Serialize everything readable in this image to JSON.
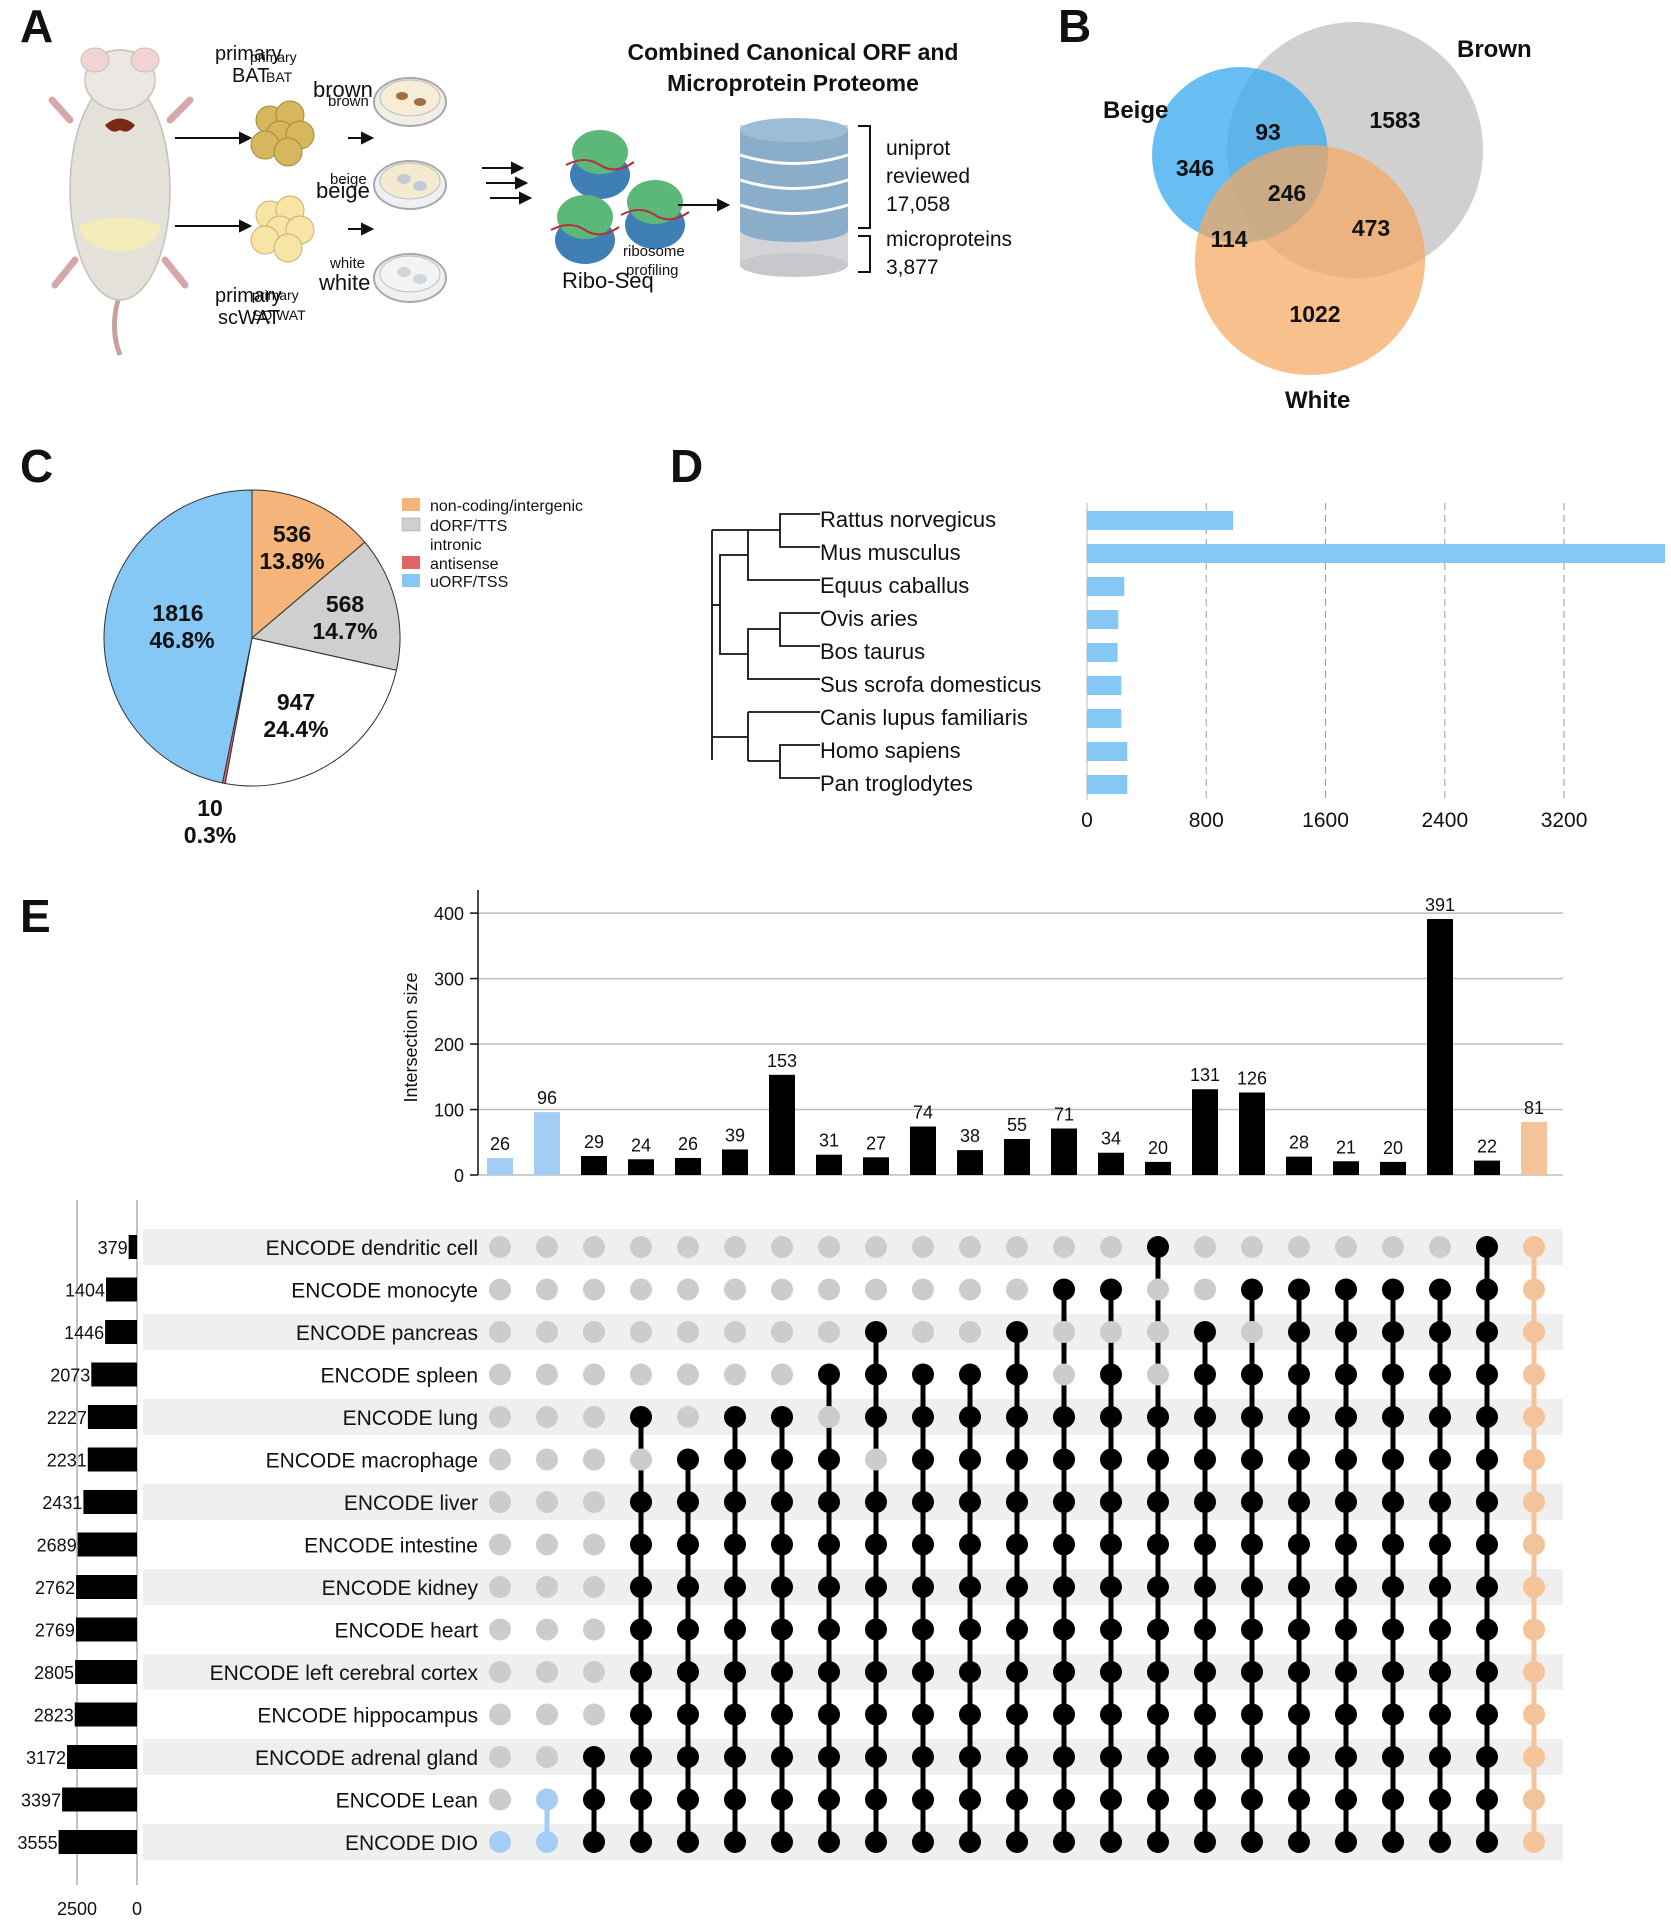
{
  "panels": {
    "a": "A",
    "b": "B",
    "c": "C",
    "d": "D",
    "e": "E"
  },
  "panel_a": {
    "title_line1": "Combined Canonical ORF and",
    "title_line2": "Microprotein Proteome",
    "primary_bat": [
      "primary",
      "BAT"
    ],
    "primary_bat_small": [
      "primary",
      "BAT"
    ],
    "primary_scwat": [
      "primary",
      "scWAT"
    ],
    "primary_scwat_small": [
      "primary",
      "SQ WAT"
    ],
    "brown": "brown",
    "brown_small": "brown",
    "beige": "beige",
    "beige_small": "beige",
    "white": "white",
    "white_small": "white",
    "ribo_seq": "Ribo-Seq",
    "ribosome_profiling": [
      "ribosome",
      "profiling"
    ],
    "uniprot": [
      "uniprot",
      "reviewed",
      "17,058"
    ],
    "microproteins": [
      "microproteins",
      "3,877"
    ]
  },
  "chart_data": [
    {
      "type": "venn",
      "sets": [
        "Beige",
        "Brown",
        "White"
      ],
      "colors": {
        "Beige": "#3daaf0",
        "Brown": "#c8c8c8",
        "White": "#f4a860"
      },
      "regions": {
        "beige_only": 346,
        "brown_only": 1583,
        "white_only": 1022,
        "beige_brown": 93,
        "beige_white": 114,
        "brown_white": 473,
        "all": 246
      }
    },
    {
      "type": "pie",
      "legend_position": "right",
      "slices": [
        {
          "name": "non-coding/intergenic",
          "count": 536,
          "percent": "13.8%",
          "value": 13.8,
          "color": "#f4b47a",
          "label_count": "536",
          "label_pct": "13.8%"
        },
        {
          "name": "dORF/TTS",
          "count": 568,
          "percent": "14.7%",
          "value": 14.7,
          "color": "#cfcfcf",
          "label_count": "568",
          "label_pct": "14.7%"
        },
        {
          "name": "intronic",
          "count": 947,
          "percent": "24.4%",
          "value": 24.4,
          "color": "#ffffff",
          "label_count": "947",
          "label_pct": "24.4%"
        },
        {
          "name": "antisense",
          "count": 10,
          "percent": "0.3%",
          "value": 0.3,
          "color": "#e06666",
          "label_count": "10",
          "label_pct": "0.3%"
        },
        {
          "name": "uORF/TSS",
          "count": 1816,
          "percent": "46.8%",
          "value": 46.8,
          "color": "#86c8f5",
          "label_count": "1816",
          "label_pct": "46.8%"
        }
      ]
    },
    {
      "type": "bar",
      "orientation": "horizontal",
      "categories": [
        "Rattus norvegicus",
        "Mus musculus",
        "Equus caballus",
        "Ovis aries",
        "Bos taurus",
        "Sus scrofa domesticus",
        "Canis lupus familiaris",
        "Homo sapiens",
        "Pan troglodytes"
      ],
      "values": [
        980,
        3877,
        250,
        210,
        205,
        230,
        230,
        270,
        270
      ],
      "xlim": [
        0,
        3877
      ],
      "xticks": [
        "0",
        "800",
        "1600",
        "2400",
        "3200"
      ],
      "xtick_values": [
        0,
        800,
        1600,
        2400,
        3200
      ],
      "grid": "vertical dashed",
      "color": "#86c8f5"
    },
    {
      "type": "upset",
      "ylabel": "Intersection size",
      "yticks": [
        "0",
        "100",
        "200",
        "300",
        "400"
      ],
      "ytick_values": [
        0,
        100,
        200,
        300,
        400
      ],
      "ylim": [
        0,
        420
      ],
      "set_size_xticks": [
        "2500",
        "0"
      ],
      "sets": [
        {
          "name": "ENCODE dendritic cell",
          "size": 379
        },
        {
          "name": "ENCODE monocyte",
          "size": 1404
        },
        {
          "name": "ENCODE pancreas",
          "size": 1446
        },
        {
          "name": "ENCODE spleen",
          "size": 2073
        },
        {
          "name": "ENCODE lung",
          "size": 2227
        },
        {
          "name": "ENCODE macrophage",
          "size": 2231
        },
        {
          "name": "ENCODE liver",
          "size": 2431
        },
        {
          "name": "ENCODE intestine",
          "size": 2689
        },
        {
          "name": "ENCODE kidney",
          "size": 2762
        },
        {
          "name": "ENCODE heart",
          "size": 2769
        },
        {
          "name": "ENCODE left cerebral cortex",
          "size": 2805
        },
        {
          "name": "ENCODE hippocampus",
          "size": 2823
        },
        {
          "name": "ENCODE adrenal gland",
          "size": 3172
        },
        {
          "name": "ENCODE Lean",
          "size": 3397
        },
        {
          "name": "ENCODE DIO",
          "size": 3555
        }
      ],
      "intersections": [
        {
          "size": 26,
          "members": [
            14
          ],
          "color": "#a4cdf5"
        },
        {
          "size": 96,
          "members": [
            13,
            14
          ],
          "color": "#a4cdf5"
        },
        {
          "size": 29,
          "members": [
            12,
            13,
            14
          ],
          "color": "#000000"
        },
        {
          "size": 24,
          "members": [
            4,
            6,
            7,
            8,
            9,
            10,
            11,
            12,
            13,
            14
          ],
          "color": "#000000"
        },
        {
          "size": 26,
          "members": [
            5,
            6,
            7,
            8,
            9,
            10,
            11,
            12,
            13,
            14
          ],
          "color": "#000000"
        },
        {
          "size": 39,
          "members": [
            4,
            5,
            6,
            7,
            8,
            9,
            10,
            11,
            12,
            13,
            14
          ],
          "color": "#000000"
        },
        {
          "size": 153,
          "members": [
            4,
            5,
            6,
            7,
            8,
            9,
            10,
            11,
            12,
            13,
            14
          ],
          "color": "#000000"
        },
        {
          "size": 31,
          "members": [
            3,
            5,
            6,
            7,
            8,
            9,
            10,
            11,
            12,
            13,
            14
          ],
          "color": "#000000"
        },
        {
          "size": 27,
          "members": [
            2,
            3,
            4,
            6,
            7,
            8,
            9,
            10,
            11,
            12,
            13,
            14
          ],
          "color": "#000000"
        },
        {
          "size": 74,
          "members": [
            3,
            4,
            5,
            6,
            7,
            8,
            9,
            10,
            11,
            12,
            13,
            14
          ],
          "color": "#000000"
        },
        {
          "size": 38,
          "members": [
            3,
            4,
            5,
            6,
            7,
            8,
            9,
            10,
            11,
            12,
            13,
            14
          ],
          "color": "#000000"
        },
        {
          "size": 55,
          "members": [
            2,
            3,
            4,
            5,
            6,
            7,
            8,
            9,
            10,
            11,
            12,
            13,
            14
          ],
          "color": "#000000"
        },
        {
          "size": 71,
          "members": [
            1,
            4,
            5,
            6,
            7,
            8,
            9,
            10,
            11,
            12,
            13,
            14
          ],
          "color": "#000000"
        },
        {
          "size": 34,
          "members": [
            1,
            3,
            4,
            5,
            6,
            7,
            8,
            9,
            10,
            11,
            12,
            13,
            14
          ],
          "color": "#000000"
        },
        {
          "size": 20,
          "members": [
            0,
            4,
            5,
            6,
            7,
            8,
            9,
            10,
            11,
            12,
            13,
            14
          ],
          "color": "#000000"
        },
        {
          "size": 131,
          "members": [
            2,
            3,
            4,
            5,
            6,
            7,
            8,
            9,
            10,
            11,
            12,
            13,
            14
          ],
          "color": "#000000"
        },
        {
          "size": 126,
          "members": [
            1,
            3,
            4,
            5,
            6,
            7,
            8,
            9,
            10,
            11,
            12,
            13,
            14
          ],
          "color": "#000000"
        },
        {
          "size": 28,
          "members": [
            1,
            2,
            3,
            4,
            5,
            6,
            7,
            8,
            9,
            10,
            11,
            12,
            13,
            14
          ],
          "color": "#000000"
        },
        {
          "size": 21,
          "members": [
            1,
            2,
            3,
            4,
            5,
            6,
            7,
            8,
            9,
            10,
            11,
            12,
            13,
            14
          ],
          "color": "#000000"
        },
        {
          "size": 20,
          "members": [
            1,
            2,
            3,
            4,
            5,
            6,
            7,
            8,
            9,
            10,
            11,
            12,
            13,
            14
          ],
          "color": "#000000"
        },
        {
          "size": 391,
          "members": [
            1,
            2,
            3,
            4,
            5,
            6,
            7,
            8,
            9,
            10,
            11,
            12,
            13,
            14
          ],
          "color": "#000000"
        },
        {
          "size": 22,
          "members": [
            0,
            1,
            2,
            3,
            4,
            5,
            6,
            7,
            8,
            9,
            10,
            11,
            12,
            13,
            14
          ],
          "color": "#000000"
        },
        {
          "size": 81,
          "members": [
            0,
            1,
            2,
            3,
            4,
            5,
            6,
            7,
            8,
            9,
            10,
            11,
            12,
            13,
            14
          ],
          "color": "#f4c39a"
        }
      ]
    }
  ]
}
